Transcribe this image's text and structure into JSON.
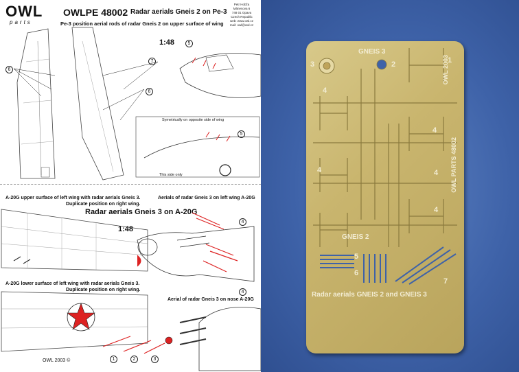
{
  "instruction_sheet": {
    "brand_logo": "OWL",
    "brand_sub": "parts",
    "title_code": "OWLPE 48002",
    "title_text": "Radar aerials Gneis 2 on Pe-3",
    "address_lines": [
      "Petr Hobža",
      "Mánesova 6",
      "748 01 Opava",
      "Czech Republic",
      "web: www.owl.cz",
      "mail: owl@owl.cz"
    ],
    "upper_caption": "Pe-3 position aerial rods of radar Gneis 2 on upper surface of wing",
    "upper_scale": "1:48",
    "symmetrical_note": "Symetrically on opposite side of wing",
    "this_side_only": "This side only",
    "part_labels_upper": [
      "5",
      "6",
      "7",
      "5",
      "6"
    ],
    "lower_upper_caption_1": "A-20G upper surface of left wing with radar aerials Gneis 3.",
    "lower_upper_caption_2": "Duplicate position on right wing.",
    "aerials_left_wing_caption": "Aerials of radar Gneis 3 on left wing A-20G",
    "lower_title": "Radar aerials Gneis 3 on A-20G",
    "lower_scale": "1:48",
    "lower_surface_caption_1": "A-20G lower surface of left wing with radar aerials Gneis 3.",
    "lower_surface_caption_2": "Duplicate position on right wing.",
    "nose_caption": "Aerial of radar Gneis 3 on nose A-20G",
    "part_labels_lower": [
      "4",
      "4",
      "1",
      "2",
      "3"
    ],
    "copyright": "OWL 2003 ©"
  },
  "photo": {
    "gneis3_label": "GNEIS 3",
    "gneis2_label": "GNEIS 2",
    "owl_2003": "OWL 2003",
    "owl_parts": "OWL PARTS 48002",
    "bottom_label": "Radar aerials GNEIS 2 and GNEIS 3",
    "part_numbers": [
      "3",
      "2",
      "1",
      "4",
      "4",
      "4",
      "4",
      "4",
      "5",
      "6",
      "7"
    ],
    "colors": {
      "background": "#3e62a8",
      "brass": "#c9b56e"
    }
  }
}
